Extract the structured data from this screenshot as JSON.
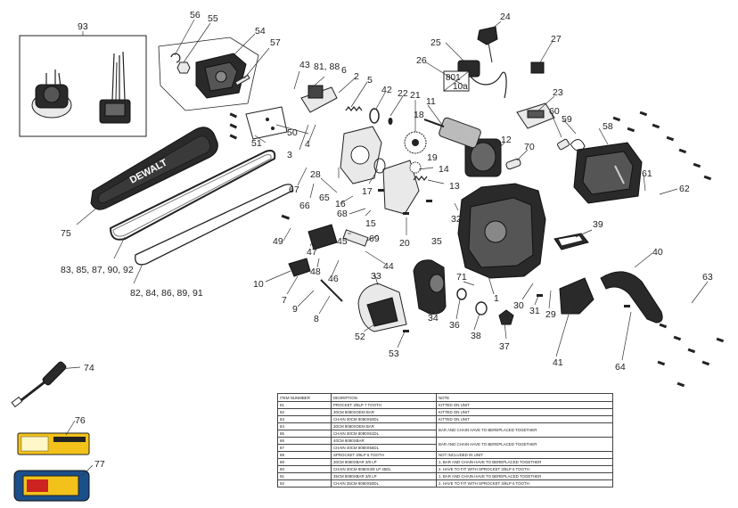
{
  "callouts": {
    "c93": "93",
    "c56": "56",
    "c55": "55",
    "c54": "54",
    "c57": "57",
    "c43": "43",
    "c81": "81, 88",
    "c6": "6",
    "c2": "2",
    "c5": "5",
    "c42": "42",
    "c22": "22",
    "c21": "21",
    "c11": "11",
    "c18": "18",
    "c19": "19",
    "c24": "24",
    "c25": "25",
    "c26": "26",
    "c27": "27",
    "c23": "23",
    "c60": "60",
    "c59": "59",
    "c58": "58",
    "c12": "12",
    "c70": "70",
    "c14": "14",
    "c13": "13",
    "c50": "50",
    "c51": "51",
    "c3": "3",
    "c4": "4",
    "c28": "28",
    "c65": "65",
    "c66": "66",
    "c67": "67",
    "c16": "16",
    "c17": "17",
    "c68": "68",
    "c15": "15",
    "c20": "20",
    "c32": "32",
    "c61": "61",
    "c62": "62",
    "c39": "39",
    "c75": "75",
    "c83": "83, 85, 87, 90, 92",
    "c82": "82, 84, 86, 89, 91",
    "c49": "49",
    "c47": "47",
    "c45": "45",
    "c69": "69",
    "c44": "44",
    "c35": "35",
    "c10": "10",
    "c7": "7",
    "c48": "48",
    "c46": "46",
    "c9": "9",
    "c8": "8",
    "c33": "33",
    "c71": "71",
    "c1": "1",
    "c40": "40",
    "c63": "63",
    "c34": "34",
    "c36": "36",
    "c38": "38",
    "c30": "30",
    "c31": "31",
    "c29": "29",
    "c37": "37",
    "c41": "41",
    "c64": "64",
    "c52": "52",
    "c53": "53",
    "c74": "74",
    "c76": "76",
    "c77": "77"
  },
  "brand": "DEWALT",
  "box_801_top": "801",
  "box_801_bottom": "10a",
  "table": {
    "headers": [
      "ITEM NUNMBER",
      "DESRIPTION",
      "NOTE"
    ],
    "rows": [
      {
        "item": "81",
        "desc": "PROCKET 3/8LP 7 TOOTH",
        "note": "KITTED ON UNIT"
      },
      {
        "item": "82",
        "desc": "30CM 8080XOEM BAR",
        "note": "KITTED ON UNIT"
      },
      {
        "item": "83",
        "desc": "CHAIN 30CM 8080X50DL",
        "note": "KITTED ON UNIT"
      },
      {
        "item": "84",
        "desc": "30CM 8080XOEM BAR",
        "note": "BAR AND CHAIN HAVE TO BEREPLACED TOGETHER"
      },
      {
        "item": "85",
        "desc": "CHAIN 30CM 8080X51DL",
        "note": ""
      },
      {
        "item": "86",
        "desc": "40CM 8080XBAR",
        "note": "BAR AND CHAIN HAVE TO BEREPLACED TOGETHER"
      },
      {
        "item": "87",
        "desc": "CHAIN 40CM 8080X56DL",
        "note": ""
      },
      {
        "item": "88",
        "desc": "SPROCKET 3/8LP 6 TOOTH",
        "note": "NOT INCLUDED IN UNIT"
      },
      {
        "item": "89",
        "desc": "30CM 8080XBAR 3/8 LP",
        "note": "1. BAR AND CHAIN HAVE TO BEREPLACED TOGETHER"
      },
      {
        "item": "90",
        "desc": "CHAIN 30CM 8080X3/8 LP 45DL",
        "note": "2. HAVE TO FIT WITH SPROCKET 3/8LP 6 TOOTH"
      },
      {
        "item": "91",
        "desc": "35CM 8080XBAR 3/8 LP",
        "note": "1. BAR AND CHAIN HAVE TO BEREPLACED TOGETHER"
      },
      {
        "item": "92",
        "desc": "CHAIN 35CM 8080X50DL",
        "note": "2. HAVE TO FIT WITH SPROCKET 3/8LP 6 TOOTH"
      }
    ]
  }
}
